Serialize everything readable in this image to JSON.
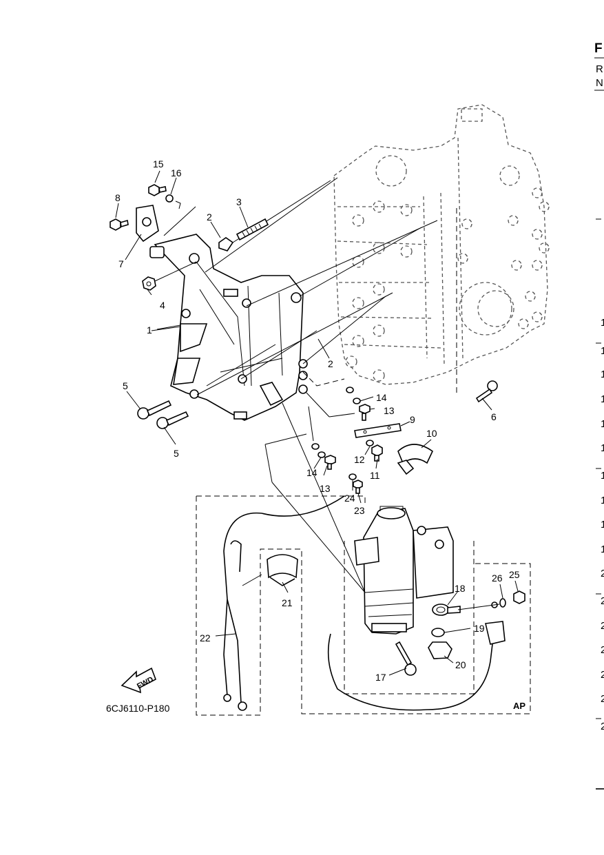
{
  "figure": {
    "code": "6CJ6110-P180",
    "fwd_label": "FWD",
    "ap_label": "AP"
  },
  "callouts": [
    "1",
    "2",
    "2",
    "3",
    "4",
    "5",
    "5",
    "6",
    "7",
    "8",
    "9",
    "10",
    "11",
    "12",
    "13",
    "13",
    "14",
    "14",
    "15",
    "16",
    "17",
    "18",
    "19",
    "20",
    "21",
    "22",
    "23",
    "24",
    "25",
    "26"
  ],
  "edge_text": {
    "header": [
      "F",
      "R",
      "N"
    ],
    "row_marks": [
      "1",
      "1",
      "1",
      "1",
      "1",
      "1",
      "1",
      "1",
      "1",
      "1",
      "2",
      "2",
      "2",
      "2",
      "2",
      "2",
      "2"
    ]
  }
}
